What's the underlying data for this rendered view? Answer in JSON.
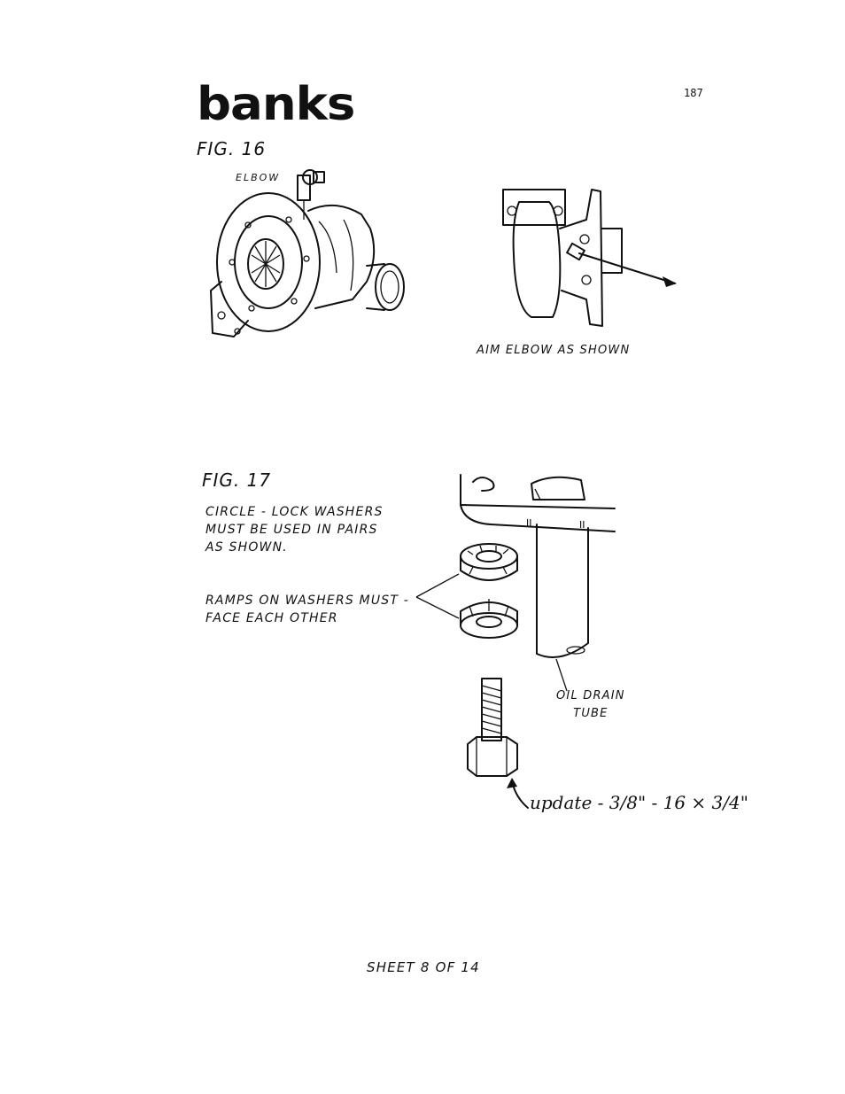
{
  "header": {
    "logo_text": "banks",
    "page_number": "187"
  },
  "fig16": {
    "title": "FIG. 16",
    "elbow_label": "ELBOW",
    "caption": "AIM ELBOW AS SHOWN"
  },
  "fig17": {
    "title": "FIG. 17",
    "note_lines": [
      "CIRCLE - LOCK WASHERS",
      "MUST BE USED IN PAIRS",
      "AS SHOWN."
    ],
    "ramps_lines": [
      "RAMPS ON WASHERS MUST -",
      "FACE EACH OTHER"
    ],
    "oil_drain_lines": [
      "OIL DRAIN",
      "TUBE"
    ],
    "handwritten_update": "update - 3/8\" - 16 × 3/4\""
  },
  "footer": {
    "sheet": "SHEET 8 OF 14"
  }
}
